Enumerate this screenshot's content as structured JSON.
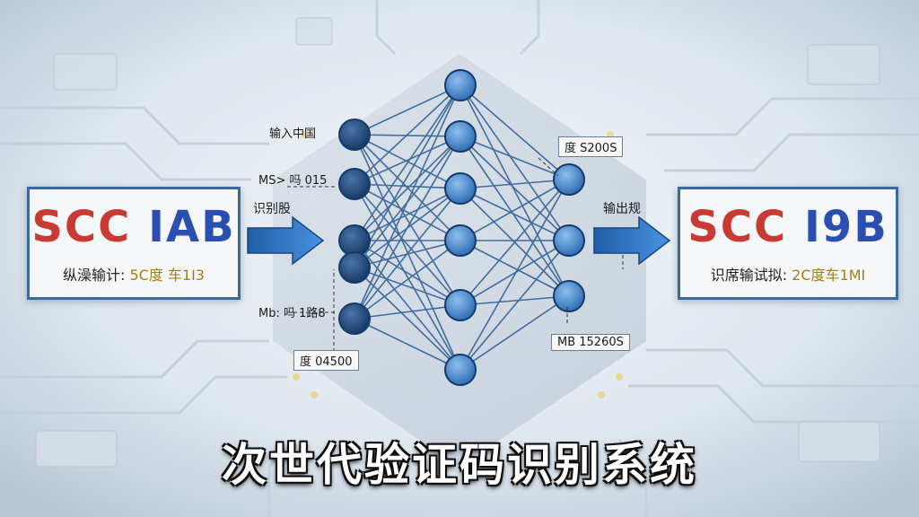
{
  "left_card": {
    "part1": "SCC ",
    "part2": "IAB",
    "sub_a": "纵澡输计: ",
    "sub_b": "5C度 车1I3"
  },
  "right_card": {
    "part1": "SCC ",
    "part2": "I9B",
    "sub_a": "识席输试拟: ",
    "sub_b": "2C度车1MI"
  },
  "labels": {
    "top_left": "输入中国",
    "mid_left_a": "MS> 吗 015",
    "arrow_left": "识别股",
    "low_left": "Mb: 吗 1路8",
    "bottom_left_box": "度 04500",
    "top_right_box": "度 S200S",
    "arrow_right": "输出规",
    "bottom_right_box": "MB 15260S"
  },
  "title": "次世代验证码识别系统",
  "colors": {
    "accent": "#2f6fbf",
    "node_dark": "#1f4a80",
    "node_light": "#4d90d6"
  }
}
